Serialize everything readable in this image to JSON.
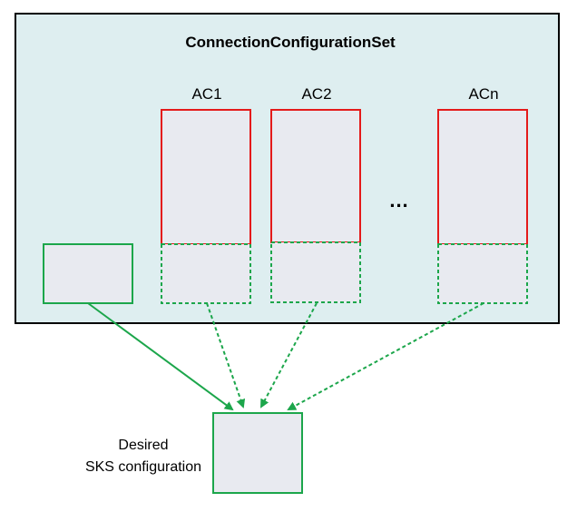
{
  "set": {
    "title": "ConnectionConfigurationSet"
  },
  "configs": [
    {
      "label": "AC1"
    },
    {
      "label": "AC2"
    },
    {
      "label": "ACn"
    }
  ],
  "ellipsis": "...",
  "target": {
    "label_line1": "Desired",
    "label_line2": "SKS configuration"
  },
  "colors": {
    "container_fill": "#deeef0",
    "container_border": "#000000",
    "box_fill": "#e8eaf0",
    "config_border": "#e41a1a",
    "sks_border": "#1ca64b"
  }
}
